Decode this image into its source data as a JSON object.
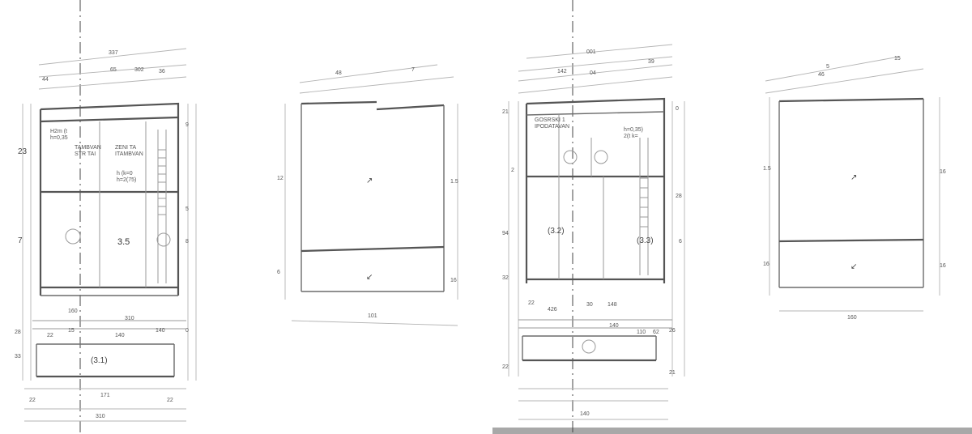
{
  "plans": [
    {
      "id": "plan-a",
      "top_dims": [
        "44",
        "65",
        "302",
        "36",
        "337"
      ],
      "left_dims": [
        "23",
        "7",
        "28",
        "33"
      ],
      "right_dims": [
        "9",
        "5",
        "8",
        "0"
      ],
      "rooms": [
        {
          "name": "H2m (t",
          "sub": "h=0,35"
        },
        {
          "name": "TAMBVAN",
          "sub": "STR TAI"
        },
        {
          "name": "ZENI TA",
          "sub": "ITAMBVAN"
        },
        {
          "name": "h (k=0",
          "sub": "h=2(75)"
        },
        {
          "name": "3.5",
          "sub": ""
        },
        {
          "name": "(3.1)",
          "sub": ""
        }
      ],
      "bottom_dims": [
        "160",
        "310",
        "15",
        "140",
        "22",
        "140",
        "22",
        "171",
        "22",
        "310"
      ]
    },
    {
      "id": "plan-b",
      "top_dims": [
        "48",
        "7"
      ],
      "left_dims": [
        "12",
        "6"
      ],
      "right_dims": [
        "1.5",
        "16"
      ],
      "rooms": [
        {
          "name": "",
          "sub": ""
        }
      ],
      "bottom_dims": [
        "101"
      ]
    },
    {
      "id": "plan-c",
      "top_dims": [
        "001",
        "142",
        "04",
        "39"
      ],
      "left_dims": [
        "21",
        "2",
        "94",
        "32",
        "22"
      ],
      "right_dims": [
        "0",
        "28",
        "6",
        "26",
        "21"
      ],
      "rooms": [
        {
          "name": "GOSRSKI 1",
          "sub": "IPODATAVAN"
        },
        {
          "name": "(3.2)",
          "sub": ""
        },
        {
          "name": "(3.3)",
          "sub": ""
        },
        {
          "name": "2(t k=",
          "sub": "h=0,35)"
        }
      ],
      "bottom_dims": [
        "22",
        "426",
        "30",
        "148",
        "140",
        "110",
        "62",
        "140"
      ]
    },
    {
      "id": "plan-d",
      "top_dims": [
        "5",
        "46",
        "15"
      ],
      "left_dims": [
        "1.5",
        "16"
      ],
      "right_dims": [
        "16",
        "16"
      ],
      "rooms": [
        {
          "name": "",
          "sub": ""
        }
      ],
      "bottom_dims": [
        "160"
      ]
    }
  ]
}
